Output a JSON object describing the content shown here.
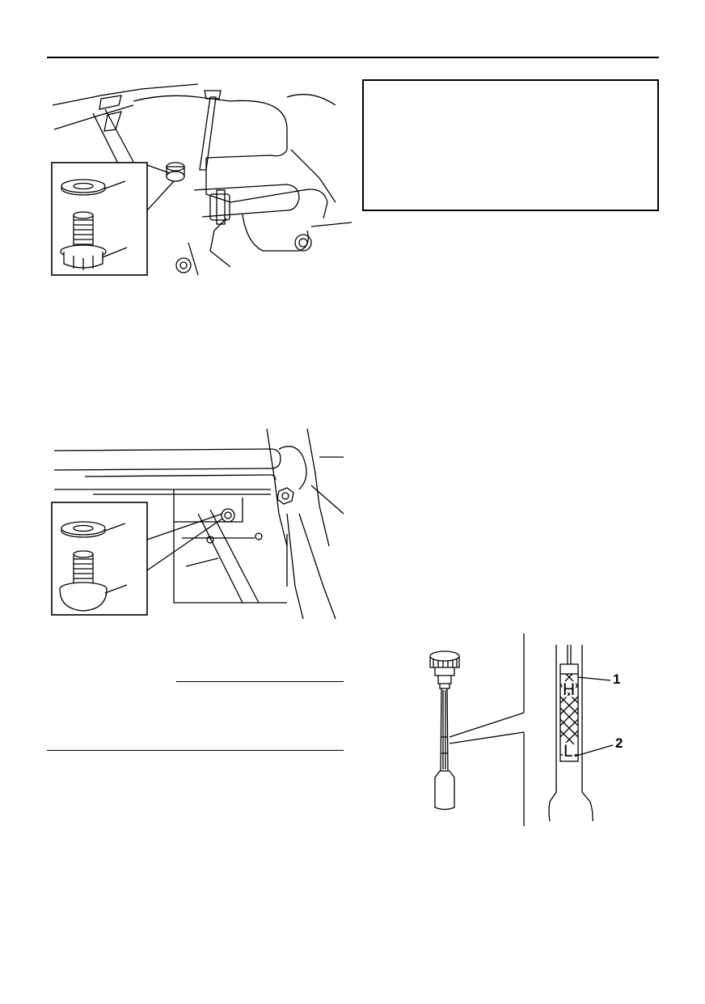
{
  "page": {
    "background": "#ffffff",
    "line_color": "#000000"
  },
  "figures": {
    "drain_bolt_top": {
      "icons": [
        "engine-illustration",
        "washer-icon",
        "drain-bolt-icon"
      ]
    },
    "drain_bolt_bottom": {
      "icons": [
        "frame-illustration",
        "washer-icon",
        "drain-bolt-icon"
      ]
    },
    "dipstick": {
      "callouts": [
        "1",
        "2"
      ],
      "scale_marks": [
        "H",
        "L"
      ]
    }
  },
  "note_box": {}
}
